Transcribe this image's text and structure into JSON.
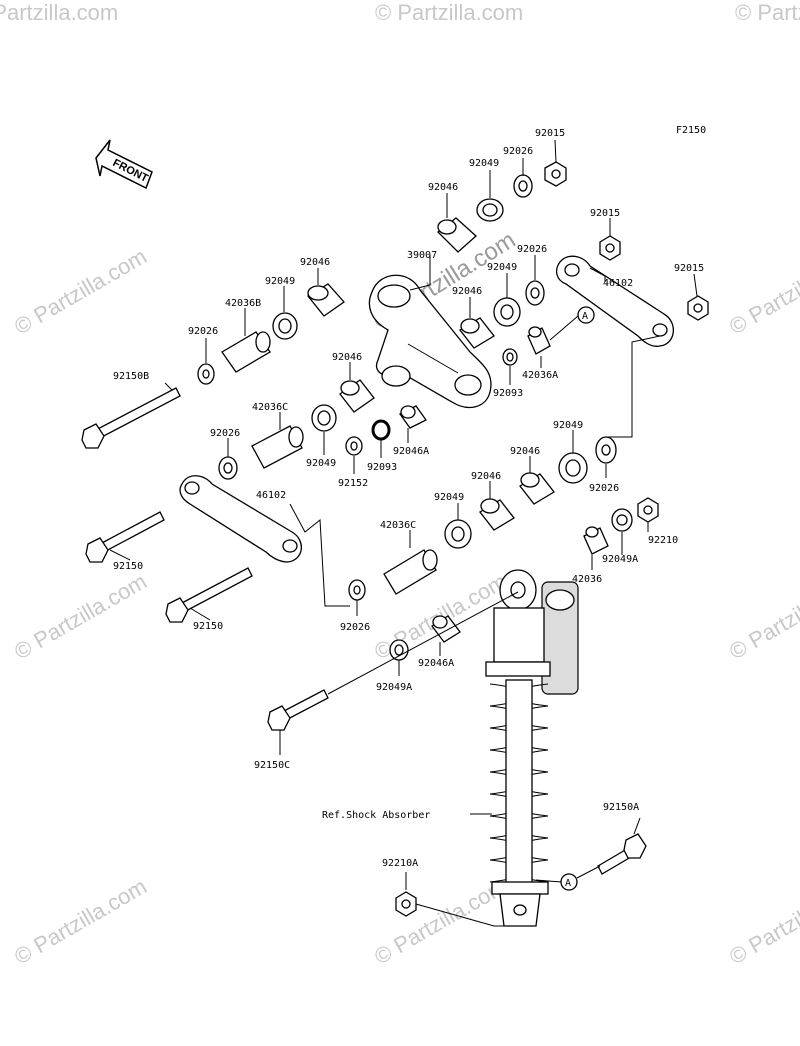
{
  "figure_code": "F2150",
  "front_label": "FRONT",
  "watermark": "© Partzilla.com",
  "ref_label": "Ref.Shock Absorber",
  "callout_marker": "A",
  "part_labels": {
    "p92015_top": "92015",
    "p92026_top": "92026",
    "p92049_top": "92049",
    "p92046_top": "92046",
    "p39007": "39007",
    "p92046_a": "92046",
    "p92049_a": "92049",
    "p42036b": "42036B",
    "p92026_a": "92026",
    "p92150b": "92150B",
    "p92015_mid": "92015",
    "p46102_top": "46102",
    "p92015_right": "92015",
    "p92026_b": "92026",
    "p92049_b": "92049",
    "p92046_b": "92046",
    "p42036a": "42036A",
    "p92093_a": "92093",
    "p92046_c": "92046",
    "p42036c_a": "42036C",
    "p92026_c": "92026",
    "p92049_c": "92049",
    "p92093_b": "92093",
    "p92046a_a": "92046A",
    "p92152": "92152",
    "p92049_d": "92049",
    "p92026_d": "92026",
    "p92046_d": "92046",
    "p92046_e": "92046",
    "p92049_e": "92049",
    "p46102_bottom": "46102",
    "p42036c_b": "42036C",
    "p92210": "92210",
    "p92049a_a": "92049A",
    "p42036": "42036",
    "p92150_a": "92150",
    "p92150_b": "92150",
    "p92026_e": "92026",
    "p92046a_b": "92046A",
    "p92049a_b": "92049A",
    "p92150c": "92150C",
    "p92150a": "92150A",
    "p92210a": "92210A"
  }
}
